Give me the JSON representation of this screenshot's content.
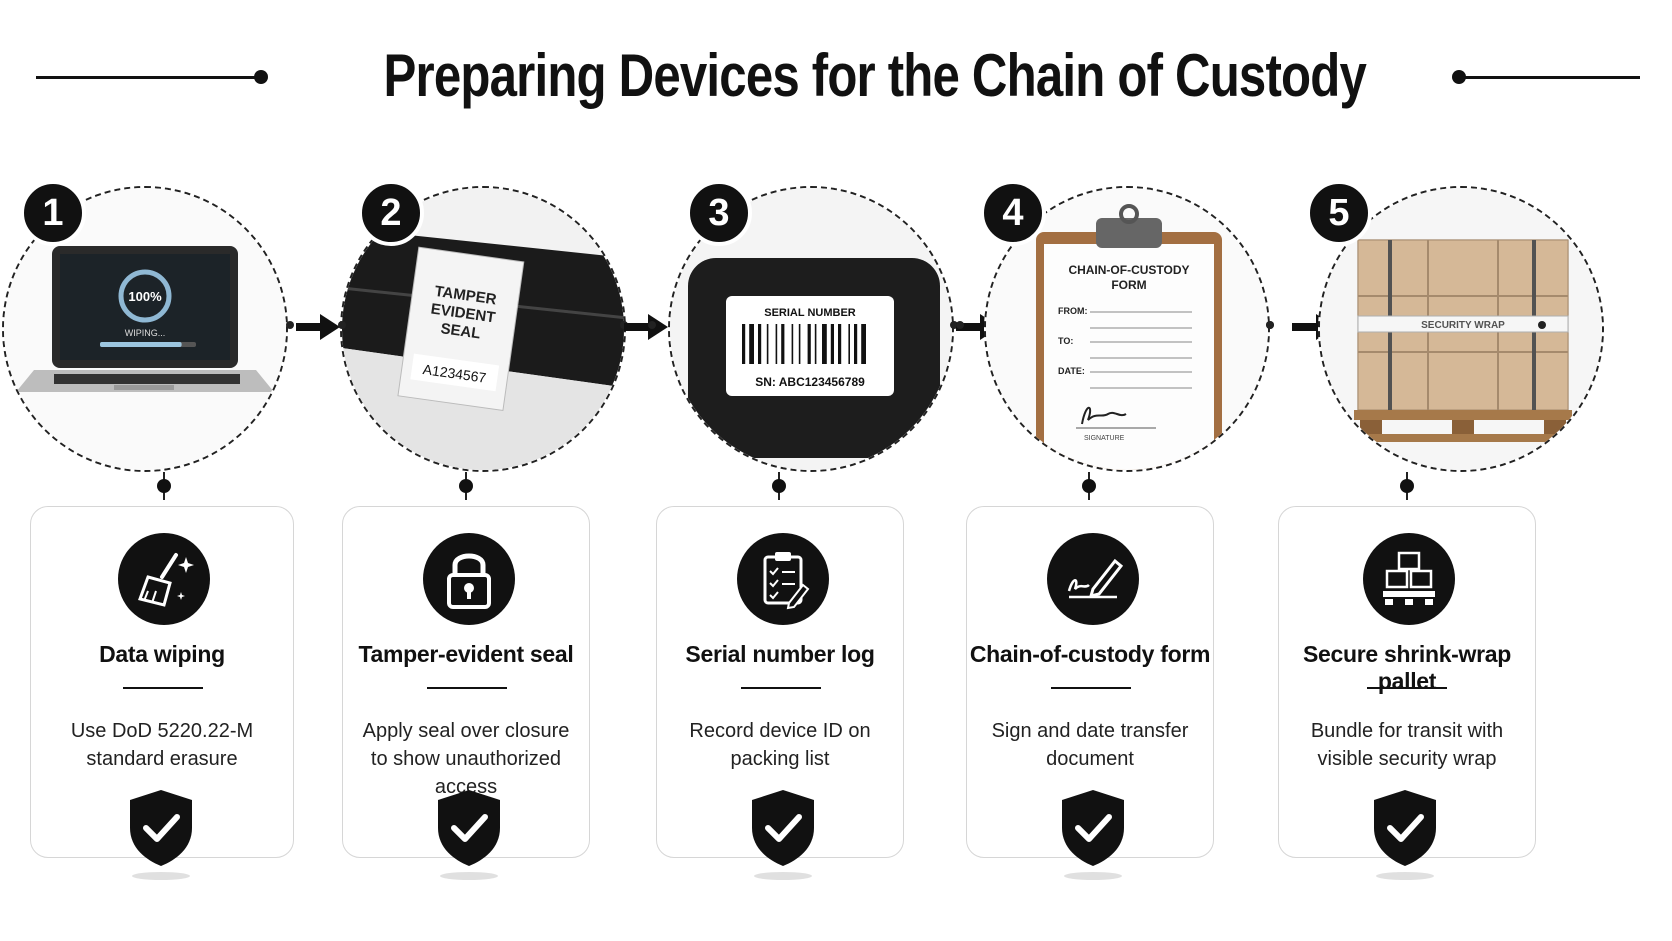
{
  "title": "Preparing Devices for the Chain of Custody",
  "colors": {
    "ink": "#111111",
    "card_border": "#d6d6d6",
    "background": "#ffffff"
  },
  "steps": [
    {
      "number": "1",
      "title": "Data wiping",
      "description": "Use DoD 5220.22-M standard erasure",
      "illustration": "laptop-wiping",
      "screen_percent": "100%",
      "screen_status": "WIPING...",
      "progress": 0.85,
      "icon": "broom-icon"
    },
    {
      "number": "2",
      "title": "Tamper-evident seal",
      "description": "Apply seal over closure to show unauthorized access",
      "illustration": "tamper-seal",
      "seal_text": "TAMPER EVIDENT SEAL",
      "seal_code": "A1234567",
      "icon": "padlock-icon"
    },
    {
      "number": "3",
      "title": "Serial number log",
      "description": "Record device ID on packing list",
      "illustration": "serial-label",
      "label_heading": "SERIAL NUMBER",
      "label_sn": "SN: ABC123456789",
      "icon": "clipboard-checklist-icon"
    },
    {
      "number": "4",
      "title": "Chain-of-custody form",
      "description": "Sign and date transfer document",
      "illustration": "custody-form",
      "form_title": "CHAIN-OF-CUSTODY FORM",
      "form_from": "FROM:",
      "form_to": "TO:",
      "form_date": "DATE:",
      "form_signature": "SIGNATURE",
      "icon": "signature-pen-icon"
    },
    {
      "number": "5",
      "title": "Secure shrink-wrap pallet",
      "description": "Bundle for transit with visible security wrap",
      "illustration": "pallet",
      "tape_text": "SECURITY WRAP",
      "icon": "pallet-boxes-icon"
    }
  ]
}
